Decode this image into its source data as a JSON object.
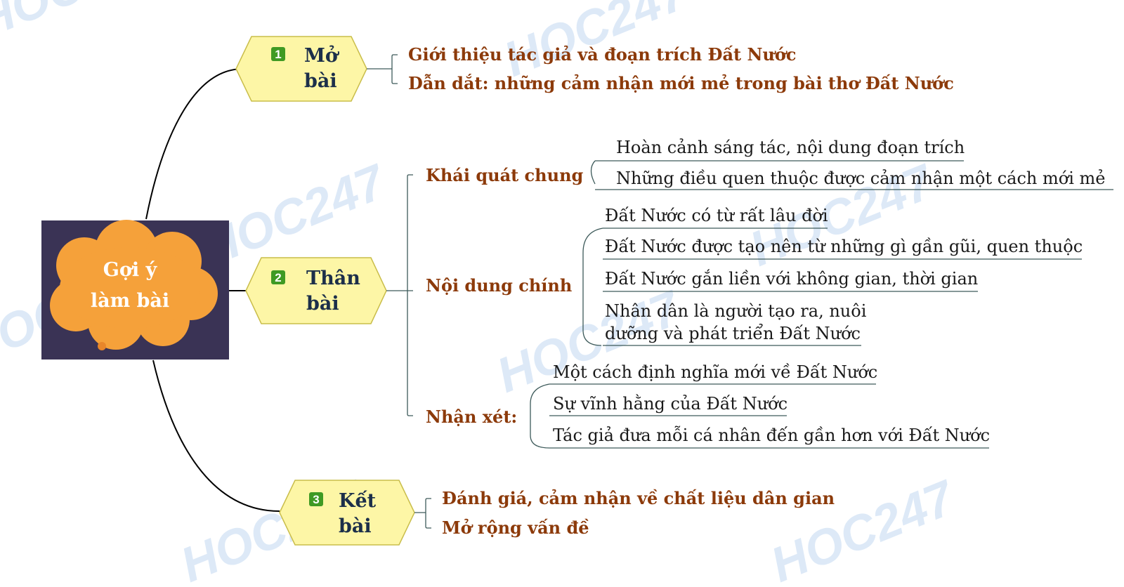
{
  "watermark": "HOC247",
  "central": {
    "line1": "Gợi ý",
    "line2": "làm bài",
    "bg": "#3a3355",
    "cloud": "#f5a13a"
  },
  "sections": [
    {
      "number": "1",
      "title_line1": "Mở",
      "title_line2": "bài",
      "items": [
        "Giới thiệu tác giả và đoạn trích Đất Nước",
        "Dẫn dắt: những cảm nhận mới mẻ trong bài thơ Đất Nước"
      ]
    },
    {
      "number": "2",
      "title_line1": "Thân",
      "title_line2": "bài",
      "groups": [
        {
          "label": "Khái quát chung",
          "items": [
            "Hoàn cảnh sáng tác, nội dung đoạn trích",
            "Những điều quen thuộc được cảm nhận một cách mới mẻ"
          ]
        },
        {
          "label": "Nội dung chính",
          "items": [
            "Đất Nước có từ rất lâu đời",
            "Đất Nước được tạo nên từ những gì gần gũi, quen thuộc",
            "Đất Nước gắn liền với không gian, thời gian",
            "Nhân dân là người tạo ra, nuôi",
            "dưỡng và phát triển Đất Nước"
          ]
        },
        {
          "label": "Nhận xét:",
          "items": [
            "Một cách định nghĩa mới về Đất Nước",
            "Sự vĩnh hằng của Đất Nước",
            "Tác giả đưa mỗi cá nhân đến gần hơn với Đất Nước"
          ]
        }
      ]
    },
    {
      "number": "3",
      "title_line1": "Kết",
      "title_line2": "bài",
      "items": [
        "Đánh giá, cảm nhận về chất liệu dân gian",
        "Mở rộng vấn đề"
      ]
    }
  ],
  "colors": {
    "hexagon_fill": "#fdf6a6",
    "hexagon_stroke": "#c9bd4a",
    "badge": "#3f9a23",
    "label_brown": "#8c3a0a",
    "title_navy": "#1c2f4a"
  }
}
